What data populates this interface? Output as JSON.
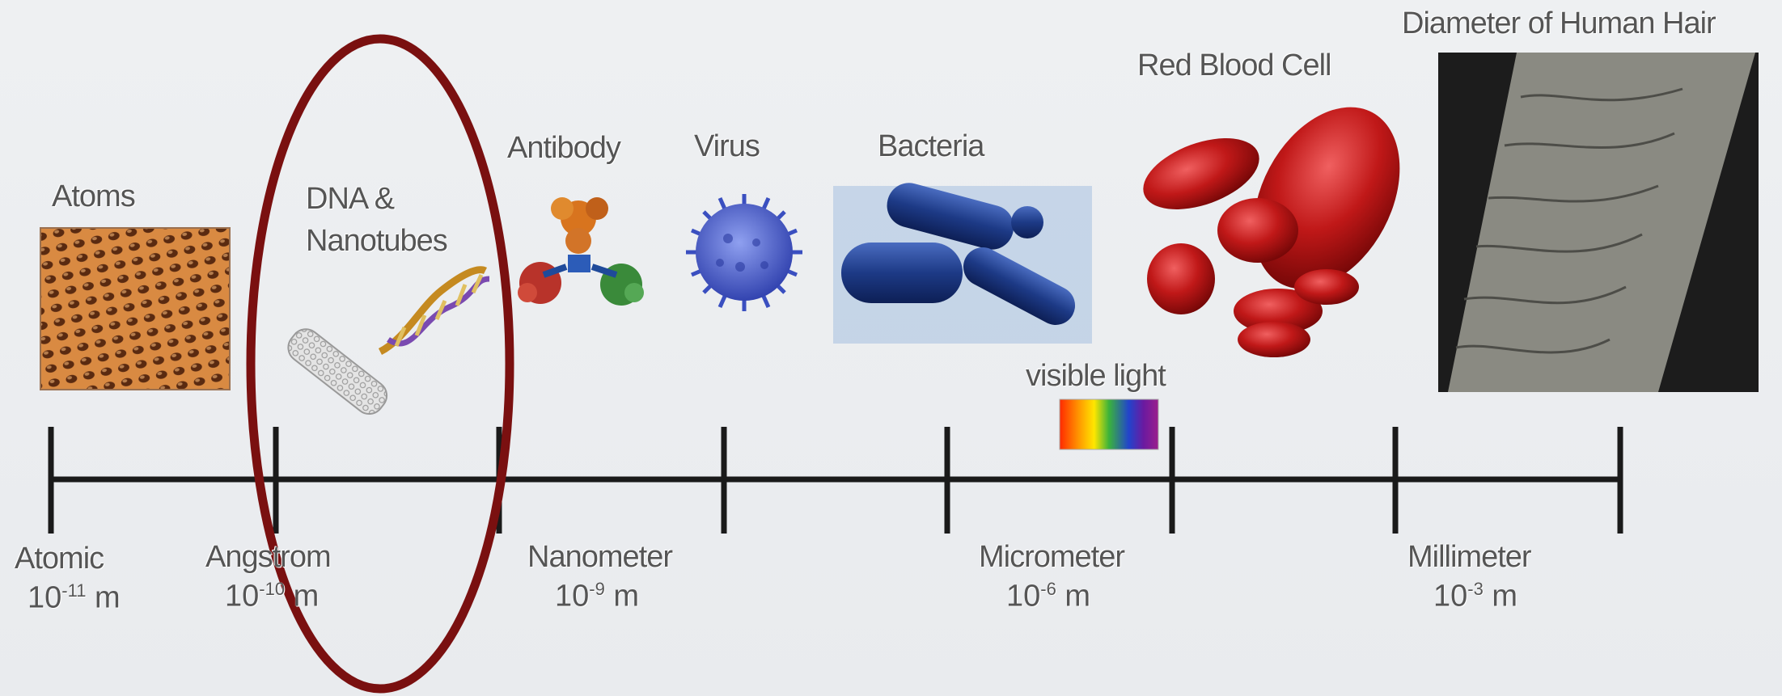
{
  "objects": {
    "atoms": "Atoms",
    "dna": "DNA &\nNanotubes",
    "antibody": "Antibody",
    "virus": "Virus",
    "bacteria": "Bacteria",
    "rbc": "Red Blood Cell",
    "hair": "Diameter of Human Hair",
    "light": "visible light"
  },
  "scale": [
    {
      "name": "Atomic",
      "base": "10",
      "exp": "-11",
      "unit": "m"
    },
    {
      "name": "Angstrom",
      "base": "10",
      "exp": "-10",
      "unit": "m"
    },
    {
      "name": "Nanometer",
      "base": "10",
      "exp": "-9",
      "unit": "m"
    },
    {
      "name": "Micrometer",
      "base": "10",
      "exp": "-6",
      "unit": "m"
    },
    {
      "name": "Millimeter",
      "base": "10",
      "exp": "-3",
      "unit": "m"
    }
  ],
  "colors": {
    "axis": "#1a1a1a",
    "highlight_ellipse": "#7a1010",
    "label": "#555555",
    "atoms_surface": "#d3823a",
    "virus": "#4455c8",
    "bacteria": "#2b4fa0",
    "rbc": "#b81414",
    "hair_bg": "#1c1c1c",
    "hair_strand": "#8a8a82"
  },
  "icons": [
    "atoms-lattice-image",
    "dna-nanotube-image",
    "antibody-image",
    "virus-image",
    "bacteria-image",
    "red-blood-cell-image",
    "human-hair-image",
    "visible-light-spectrum"
  ]
}
